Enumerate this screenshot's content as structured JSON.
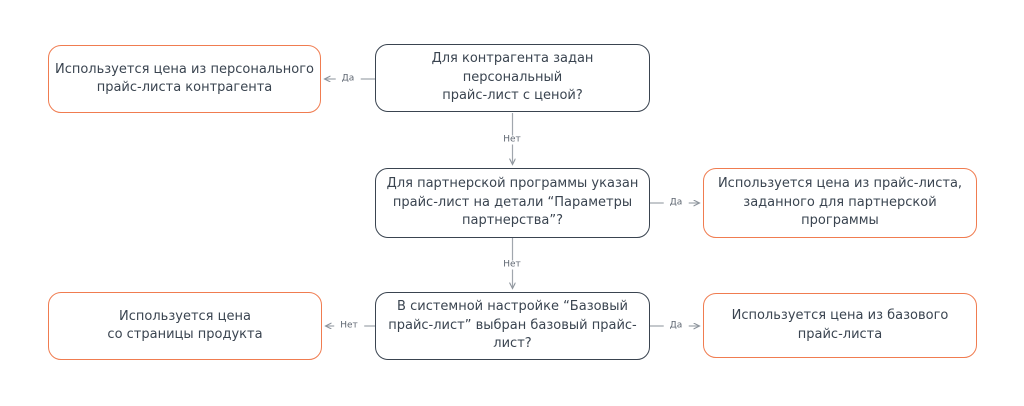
{
  "colors": {
    "question_border": "#3a4450",
    "result_border": "#f07c50",
    "connector_line": "#a0a6ad",
    "node_text": "#3a4450",
    "edge_label_text": "#5d6570",
    "background": "#ffffff"
  },
  "nodes": {
    "q_personal": "Для контрагента задан персональный\nпрайс-лист с ценой?",
    "r_personal": "Используется цена из персонального\nпрайс-листа контрагента",
    "q_partner": "Для партнерской программы указан\nпрайс-лист на детали “Параметры\nпартнерства”?",
    "r_partner": "Используется цена из прайс-листа,\nзаданного для партнерской программы",
    "q_base": "В системной настройке “Базовый\nпрайс-лист” выбран базовый прайс-\nлист?",
    "r_product": "Используется цена\nсо страницы продукта",
    "r_base": "Используется цена из базового\nпрайс-листа"
  },
  "edge_labels": {
    "yes_1": "Да",
    "no_1": "Нет",
    "yes_2": "Да",
    "no_2": "Нет",
    "no_3": "Нет",
    "yes_3": "Да"
  }
}
